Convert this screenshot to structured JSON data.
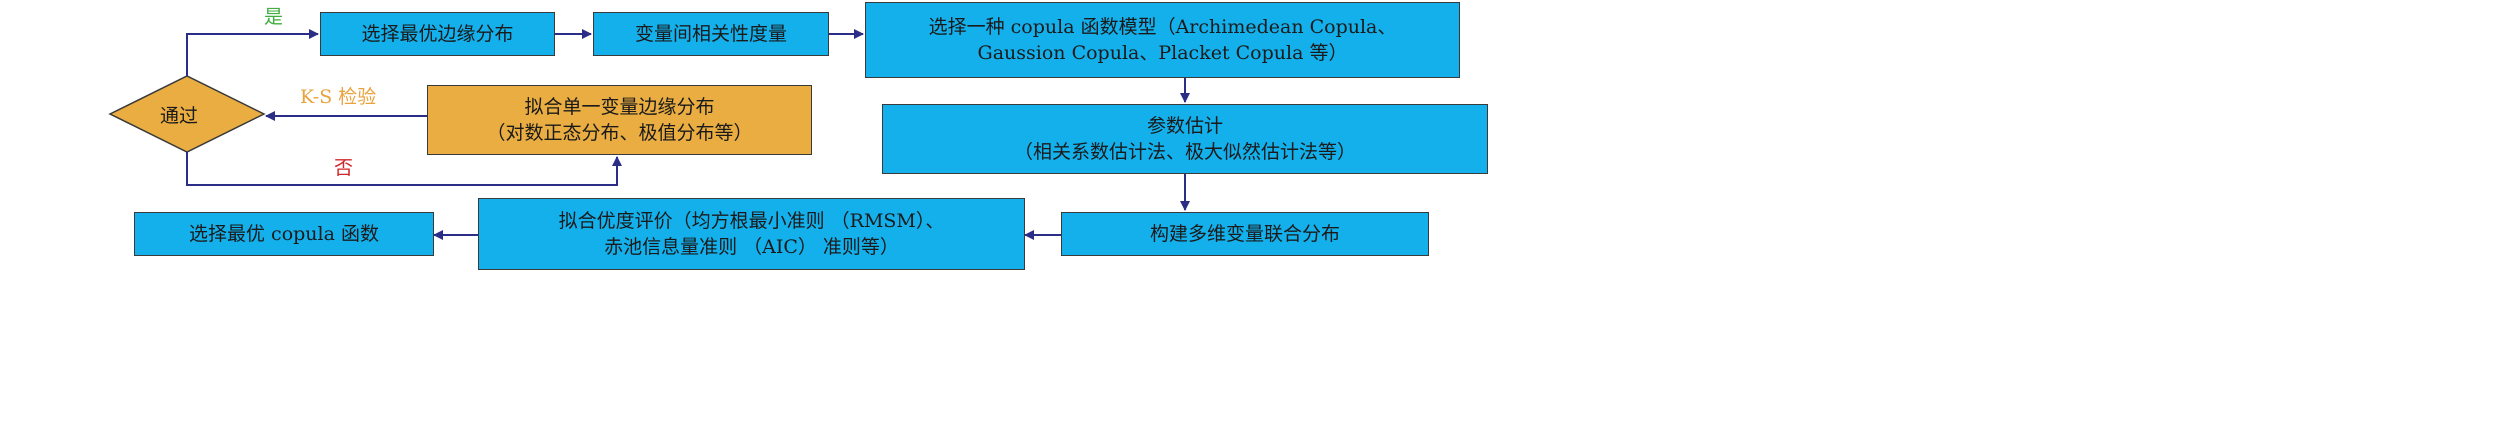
{
  "diagram": {
    "nodes": {
      "select_marginal": "选择最优边缘分布",
      "correlation": "变量间相关性度量",
      "copula_model_line1": "选择一种 copula 函数模型（Archimedean Copula、",
      "copula_model_line2": "Gaussion Copula、Placket Copula 等）",
      "fit_single_line1": "拟合单一变量边缘分布",
      "fit_single_line2": "（对数正态分布、极值分布等）",
      "param_est_line1": "参数估计",
      "param_est_line2": "（相关系数估计法、极大似然估计法等）",
      "select_copula": "选择最优 copula 函数",
      "goodness_line1": "拟合优度评价（均方根最小准则 （RMSM）、",
      "goodness_line2": "赤池信息量准则 （AIC） 准则等）",
      "joint_dist": "构建多维变量联合分布",
      "decision": "通过"
    },
    "edge_labels": {
      "yes": "是",
      "ks_test": "K-S 检验",
      "no": "否"
    },
    "colors": {
      "process_fill": "#13b0ec",
      "input_fill": "#eaad42",
      "decision_fill": "#eaad42",
      "arrow": "#2b2e86",
      "yes_label": "#3fae3f",
      "ks_label": "#eaa23c",
      "no_label": "#d0262b"
    }
  }
}
